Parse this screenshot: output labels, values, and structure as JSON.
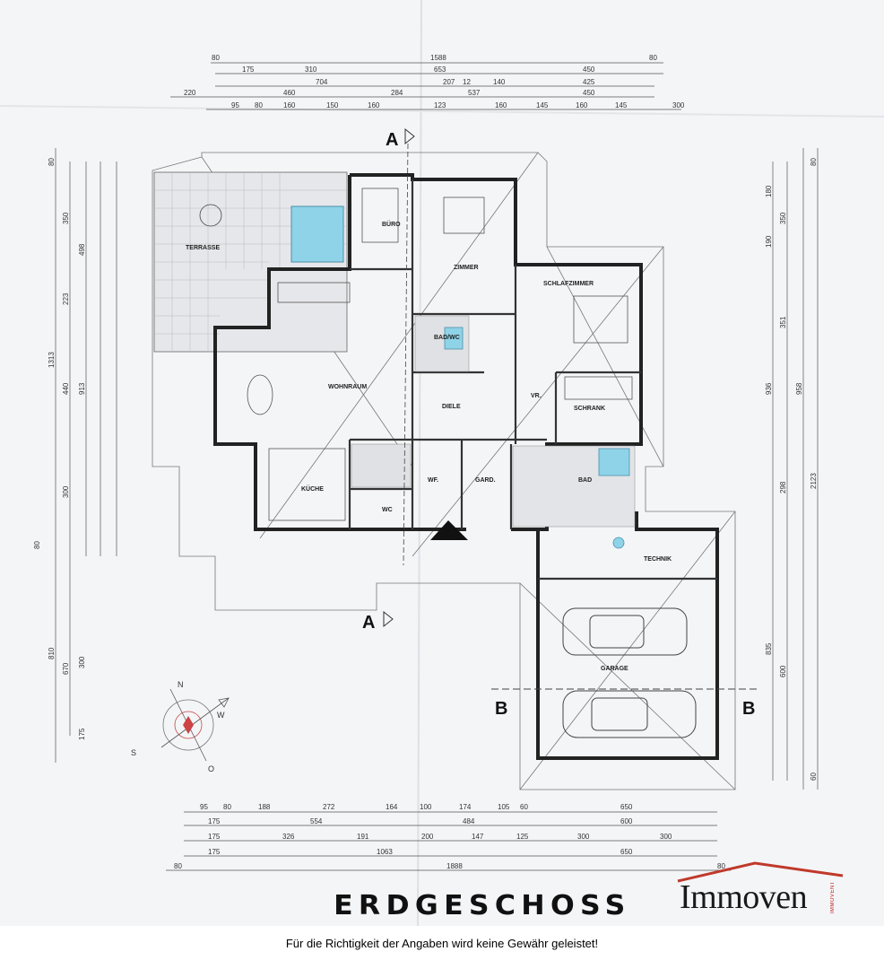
{
  "plan": {
    "title": "ERDGESCHOSS",
    "rooms": {
      "terrasse": "TERRASSE",
      "buero": "BÜRO",
      "zimmer": "ZIMMER",
      "schlafzimmer": "SCHLAFZIMMER",
      "badwc": "BAD/WC",
      "wohnraum": "WOHNRAUM",
      "diele": "DIELE",
      "vr": "VR.",
      "schrank": "SCHRANK",
      "kueche": "KÜCHE",
      "wf": "WF.",
      "gard": "GARD.",
      "bad": "BAD",
      "wc": "WC",
      "technik": "TECHNIK",
      "garage": "GARAGE"
    },
    "section_labels": {
      "a_top": "A",
      "a_bottom": "A",
      "b_left": "B",
      "b_right": "B"
    },
    "dimensions": {
      "top_row1": [
        "80",
        "1588",
        "80"
      ],
      "top_row2": [
        "175",
        "310",
        "653",
        "450"
      ],
      "top_row3": [
        "704",
        "207",
        "12",
        "140",
        "425"
      ],
      "top_row4": [
        "220",
        "460",
        "284",
        "537",
        "450"
      ],
      "top_row5": [
        "95",
        "80",
        "160",
        "150",
        "160",
        "123",
        "160",
        "145",
        "160",
        "145",
        "300"
      ],
      "bottom_row1": [
        "95",
        "80",
        "188",
        "272",
        "164",
        "100",
        "174",
        "105",
        "60",
        "650"
      ],
      "bottom_row2": [
        "175",
        "554",
        "484",
        "600"
      ],
      "bottom_row3": [
        "175",
        "326",
        "191",
        "200",
        "147",
        "125",
        "300",
        "300"
      ],
      "bottom_row4": [
        "175",
        "1063",
        "650"
      ],
      "bottom_row5": [
        "80",
        "1888",
        "80"
      ],
      "left": [
        "80",
        "350",
        "498",
        "223",
        "1313",
        "440",
        "913",
        "300",
        "80",
        "810",
        "670",
        "300",
        "175"
      ],
      "right": [
        "80",
        "180",
        "350",
        "190",
        "351",
        "936",
        "958",
        "2123",
        "298",
        "835",
        "600",
        "60"
      ]
    },
    "compass": {
      "north": "N",
      "south": "S",
      "east": "O",
      "west": "W"
    }
  },
  "brand": {
    "name": "Immoven",
    "tag": "IMMOVENT",
    "roof_color": "#c0392b"
  },
  "footer": {
    "disclaimer": "Für die Richtigkeit der Angaben wird keine Gewähr geleistet!"
  }
}
